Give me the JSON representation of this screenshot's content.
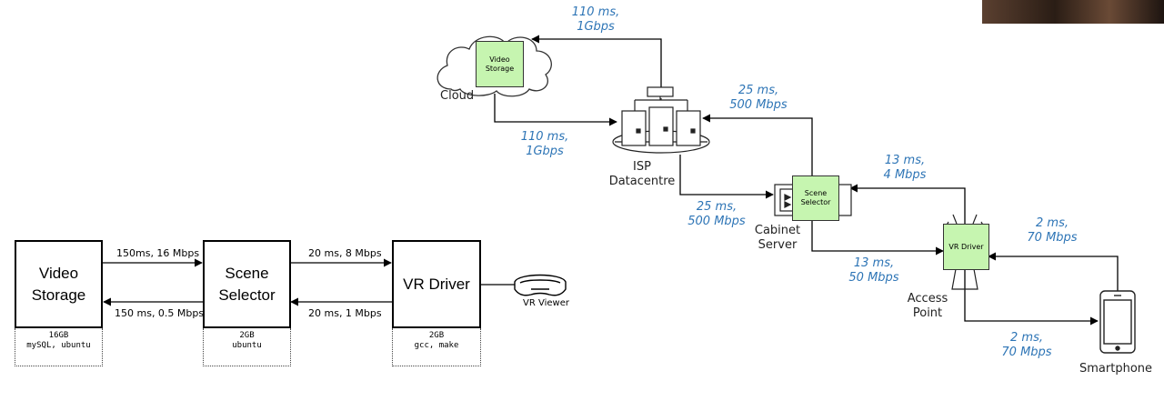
{
  "left": {
    "video_storage": {
      "title": "Video Storage",
      "spec": [
        "16GB",
        "mySQL, ubuntu"
      ]
    },
    "scene_selector": {
      "title": "Scene Selector",
      "spec": [
        "2GB",
        "ubuntu"
      ]
    },
    "vr_driver": {
      "title": "VR Driver",
      "spec": [
        "2GB",
        "gcc, make"
      ]
    },
    "links": {
      "storage_to_selector": "150ms, 16 Mbps",
      "selector_to_storage": "150 ms, 0.5 Mbps",
      "selector_to_driver": "20 ms, 8 Mbps",
      "driver_to_selector": "20 ms, 1 Mbps"
    },
    "vr_viewer_label": "VR Viewer"
  },
  "right": {
    "cloud": {
      "label": "Cloud",
      "box": "Video Storage"
    },
    "isp": {
      "label_lines": [
        "ISP",
        "Datacentre"
      ]
    },
    "cabinet": {
      "label_lines": [
        "Cabinet",
        "Server"
      ],
      "box": "Scene Selector"
    },
    "access_point": {
      "label_lines": [
        "Access",
        "Point"
      ],
      "box": "VR Driver"
    },
    "smartphone": {
      "label": "Smartphone"
    },
    "links": {
      "isp_to_cloud": [
        "110 ms,",
        "1Gbps"
      ],
      "cloud_to_isp": [
        "110 ms,",
        "1Gbps"
      ],
      "cabinet_to_isp": [
        "25 ms,",
        "500 Mbps"
      ],
      "isp_to_cabinet": [
        "25 ms,",
        "500 Mbps"
      ],
      "ap_to_cabinet": [
        "13 ms,",
        "4 Mbps"
      ],
      "cabinet_to_ap": [
        "13 ms,",
        "50 Mbps"
      ],
      "phone_to_ap": [
        "2 ms,",
        "70 Mbps"
      ],
      "ap_to_phone": [
        "2 ms,",
        "70 Mbps"
      ]
    }
  }
}
